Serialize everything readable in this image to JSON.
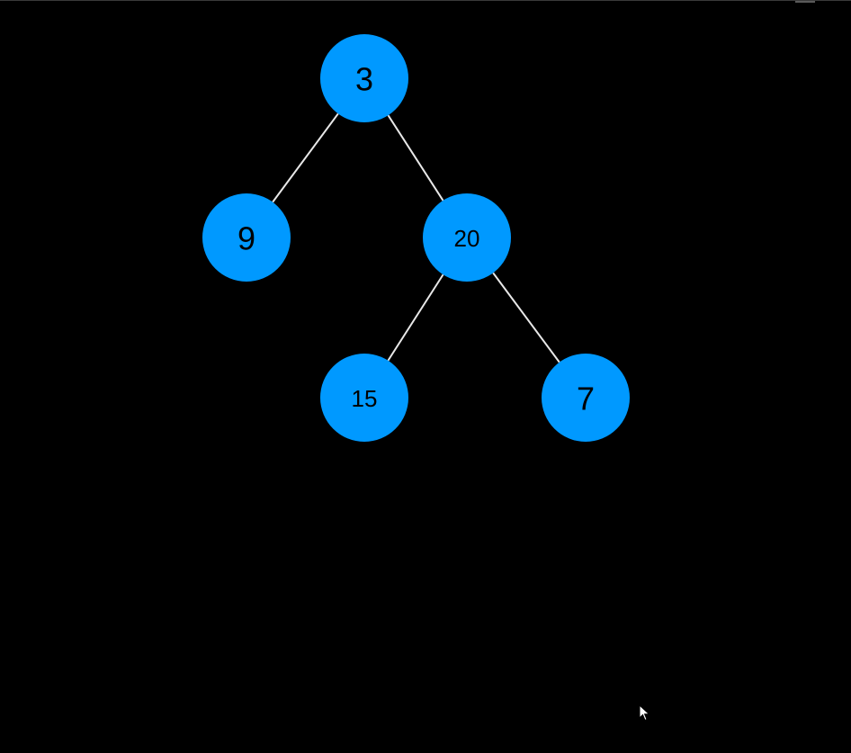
{
  "tree": {
    "node_color": "#0099ff",
    "edge_color": "#e8e8e8",
    "background": "#000000",
    "nodes": [
      {
        "id": "n3",
        "value": "3"
      },
      {
        "id": "n9",
        "value": "9"
      },
      {
        "id": "n20",
        "value": "20"
      },
      {
        "id": "n15",
        "value": "15"
      },
      {
        "id": "n7",
        "value": "7"
      }
    ],
    "edges": [
      {
        "from": "n3",
        "to": "n9"
      },
      {
        "from": "n3",
        "to": "n20"
      },
      {
        "from": "n20",
        "to": "n15"
      },
      {
        "from": "n20",
        "to": "n7"
      }
    ]
  },
  "cursor": {
    "icon": "mouse-pointer-icon"
  }
}
